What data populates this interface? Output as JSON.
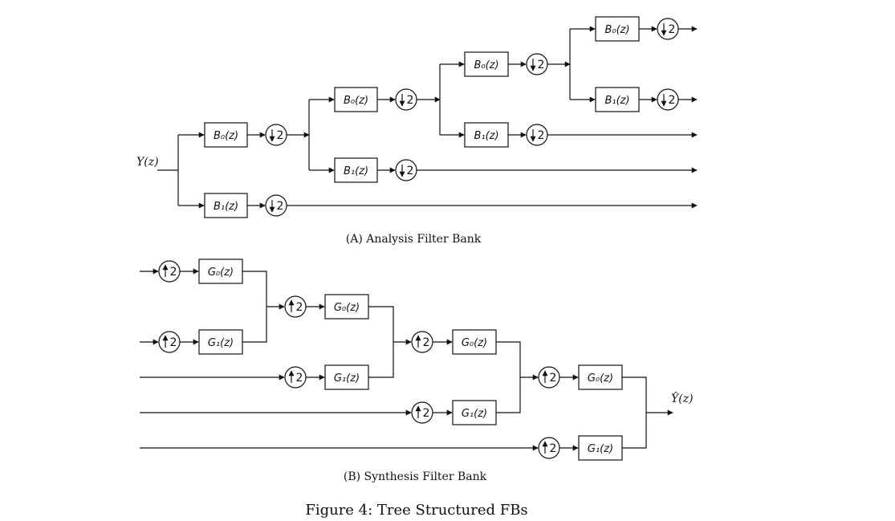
{
  "analysis": {
    "input_label": "Y(z)",
    "caption": "(A) Analysis Filter Bank",
    "filter_b0": "B₀(z)",
    "filter_b1": "B₁(z)",
    "factor": "2"
  },
  "synthesis": {
    "output_label": "Ŷ(z)",
    "caption": "(B) Synthesis Filter Bank",
    "filter_g0": "G₀(z)",
    "filter_g1": "G₁(z)",
    "factor": "2"
  },
  "figure_caption": "Figure 4:  Tree Structured FBs"
}
